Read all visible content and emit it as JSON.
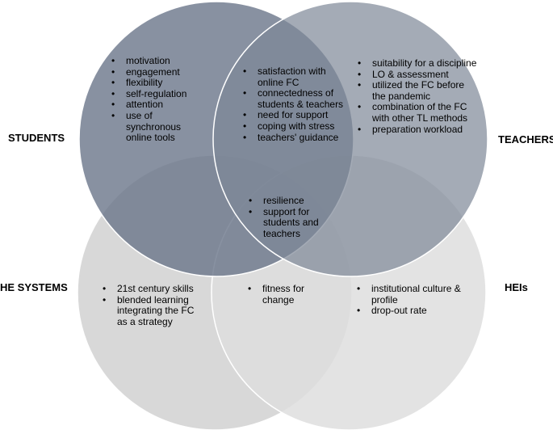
{
  "labels": {
    "students": "STUDENTS",
    "teachers": "TEACHERS",
    "he_systems": "HE SYSTEMS",
    "heis": "HEIs"
  },
  "regions": {
    "students_only": [
      "motivation",
      "engagement",
      "flexibility",
      "self-regulation",
      "attention",
      "use of synchronous online tools"
    ],
    "students_teachers": [
      "satisfaction with online FC",
      "connectedness of students & teachers",
      "need for support",
      "coping with stress",
      "teachers' guidance"
    ],
    "teachers_only": [
      "suitability for a discipline",
      "LO & assessment",
      "utilized the FC before the pandemic",
      "combination of the FC with other TL methods",
      "preparation workload"
    ],
    "center": [
      "resilience",
      "support for students and teachers"
    ],
    "he_systems_only": [
      "21st century skills",
      "blended learning integrating the FC as a strategy"
    ],
    "he_systems_heis": [
      "fitness for change"
    ],
    "heis_only": [
      "institutional culture & profile",
      "drop-out rate"
    ]
  },
  "colors": {
    "students_circle": "#6a7589",
    "teachers_circle": "#7e8797",
    "he_systems_circle": "#d4d4d4",
    "heis_circle": "#dedede",
    "outline": "#ffffff"
  }
}
